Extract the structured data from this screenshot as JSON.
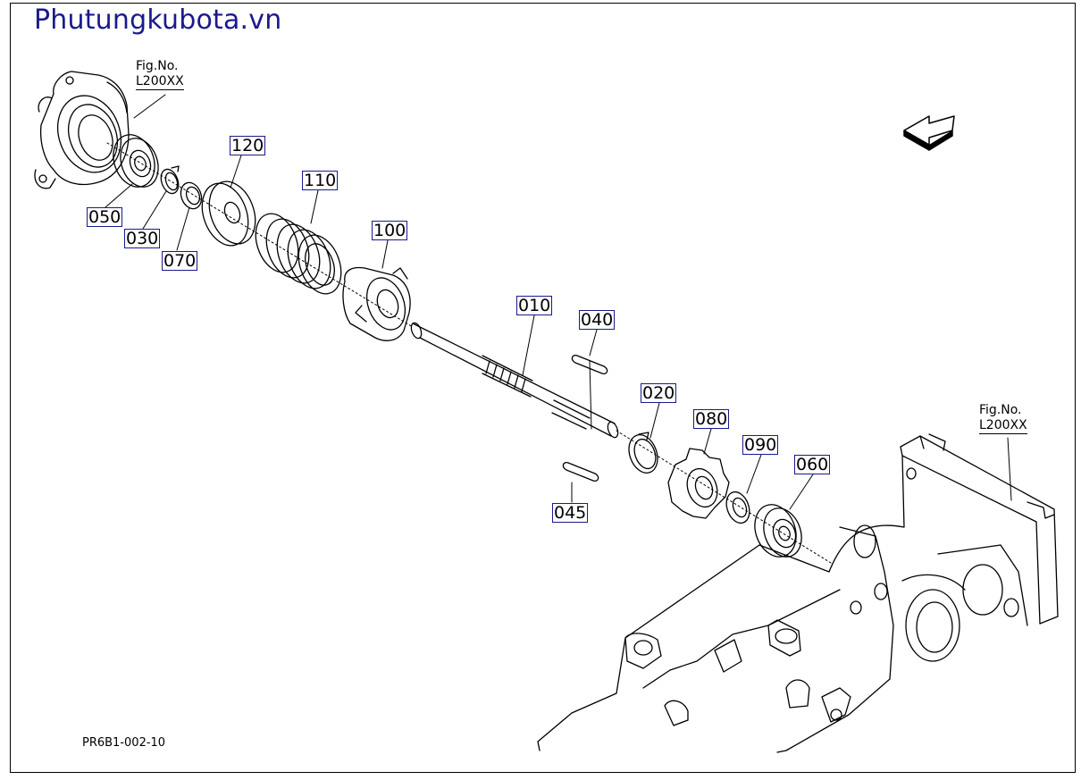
{
  "brand": {
    "text": "Phutungkubota.vn",
    "color": "#1a1a8c"
  },
  "figure_refs": [
    {
      "line1": "Fig.No.",
      "line2": "L200XX"
    },
    {
      "line1": "Fig.No.",
      "line2": "L200XX"
    }
  ],
  "callouts": [
    "050",
    "030",
    "070",
    "120",
    "110",
    "100",
    "010",
    "040",
    "020",
    "080",
    "090",
    "060",
    "045"
  ],
  "drawing_code": "PR6B1-002-10",
  "icons": {
    "direction": "direction-arrow-icon"
  }
}
